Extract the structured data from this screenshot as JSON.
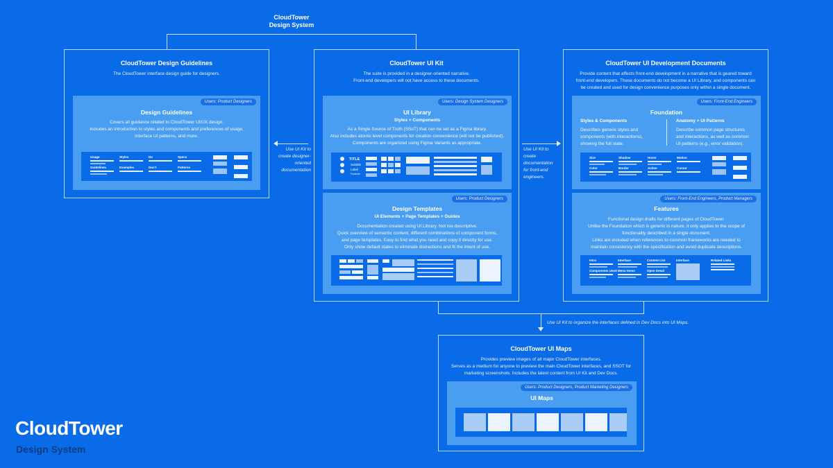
{
  "root_title": "CloudTower\nDesign System",
  "guidelines": {
    "title": "CloudTower Design Guidelines",
    "desc": "The CloudTower interface design guide for designers.",
    "panel": {
      "badge": "Users: Product Designers",
      "title": "Design Guidelines",
      "desc": "Covers all guidance related to CloudTower UI/UX design.\nIncludes an introduction to styles and components and preferences of usage,\ninterface UI patterns, and more.",
      "mini_labels": [
        "Usage",
        "Styles",
        "Do",
        "Specs",
        "Guidelines",
        "Examples",
        "Don't",
        "Patterns"
      ]
    }
  },
  "uikit": {
    "title": "CloudTower UI Kit",
    "desc": "The suite is provided in a designer-oriented narrative.\nFront-end developers will not have access to these documents.",
    "library": {
      "badge": "Users: Design System Designers",
      "title": "UI Library",
      "subtitle": "Styles + Components",
      "desc": "As a Single Source of Truth (SSoT) that can be set as a Figma library.\nAlso includes atomic level components for creation convenience (will not be published).\nComponents are organized using Figma Variants as appropriate.",
      "mini_labels": [
        "TITLE",
        "Subtitle",
        "Label",
        "Footnote"
      ]
    },
    "templates": {
      "badge": "Users: Product Designers",
      "title": "Design Templates",
      "subtitle": "UI Elements + Page Templates + Guides",
      "desc": "Documentation created using UI Library. Not too descriptive.\nQuick overview of semantic content, different combinations of component forms,\nand page templates. Easy to find what you need and copy it directly for use.\nOnly show default states to eliminate distractions and fit the intent of use."
    }
  },
  "devdocs": {
    "title": "CloudTower UI Development Documents",
    "desc": "Provide content that affects front-end development in a narrative that is geared toward\nfront-end developers. These documents do not become a UI Library, and components can\nbe created and used for design convenience purposes only within a single document.",
    "foundation": {
      "badge": "Users: Front-End Engineers",
      "title": "Foundation",
      "col1_title": "Styles & Components",
      "col1_desc": "Describes generic styles and\ncomponents (with interactions),\nshowing the full state.",
      "col2_title": "Anatomy + UI Patterns",
      "col2_desc": "Describe common page structures\nand interactions, as well as common\nUI patterns (e.g., error validation).",
      "mini_labels": [
        "Size",
        "Shadow",
        "Hover",
        "Motion",
        "Color",
        "Border",
        "Active",
        "Cursor"
      ]
    },
    "features": {
      "badge": "Users: Front-End Engineers, Product Managers",
      "title": "Features",
      "desc": "Functional design drafts for different pages of CloudTower.\nUnlike the Foundation which is generic in nature, it only applies to the scope of\nfunctionality described in a single document.\nLinks are included when references to common frameworks are needed to\nmaintain consistency with the specification and avoid duplicate descriptions.",
      "mini_labels": [
        "Intro",
        "Interface",
        "Content List",
        "Interface",
        "Related Links",
        "Components Used",
        "Menu Items",
        "Open Detail"
      ]
    }
  },
  "arrows": {
    "left": "Use UI Kit to\ncreate designer-\noriented\ndocumentation",
    "right": "Use UI Kit to\ncreate\ndocumentation\nfor front-end\nengineers.",
    "down": "Use UI Kit to organize the interfaces defined in Dev Docs into UI Maps."
  },
  "maps": {
    "title": "CloudTower UI Maps",
    "desc": "Provides preview images of all major CloudTower interfaces.\nServes as a medium for anyone to preview the main CloudTower interfaces, and SSOT for\nmarketing screenshots. Includes the latest content from UI Kit and Dev Docs.",
    "panel": {
      "badge": "Users: Product Designers, Product Marketing Designers",
      "title": "UI Maps"
    }
  },
  "brand": {
    "name": "CloudTower",
    "sub": "Design System"
  }
}
